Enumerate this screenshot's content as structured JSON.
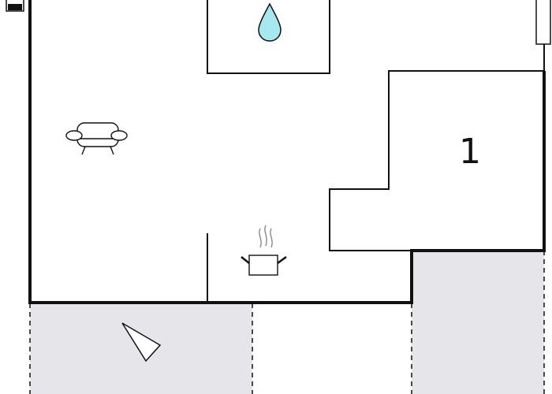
{
  "floorplan": {
    "rooms": [
      {
        "id": "bedroom",
        "label": "1"
      }
    ],
    "icons": [
      {
        "id": "bathroom",
        "icon": "water-drop-icon"
      },
      {
        "id": "living",
        "icon": "sofa-icon"
      },
      {
        "id": "kitchen",
        "icon": "cooking-pot-icon"
      },
      {
        "id": "terrace",
        "icon": "triangle-direction-icon"
      }
    ],
    "colors": {
      "wall": "#111111",
      "terrace": "#e5e5ea",
      "water": "#a6e8f0",
      "background": "#ffffff"
    }
  }
}
